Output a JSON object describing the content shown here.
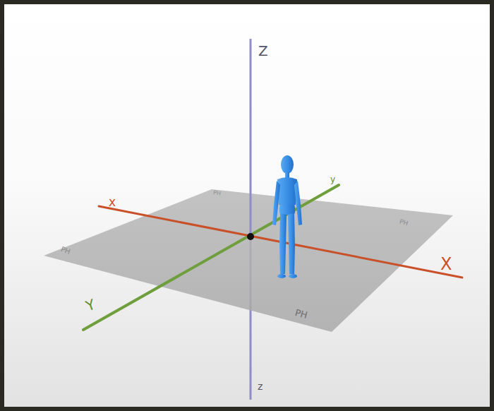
{
  "diagram": {
    "labels": [
      "Z",
      "z",
      "x",
      "X",
      "Y",
      "y",
      "PH",
      "PH",
      "PH",
      "PH"
    ]
  }
}
